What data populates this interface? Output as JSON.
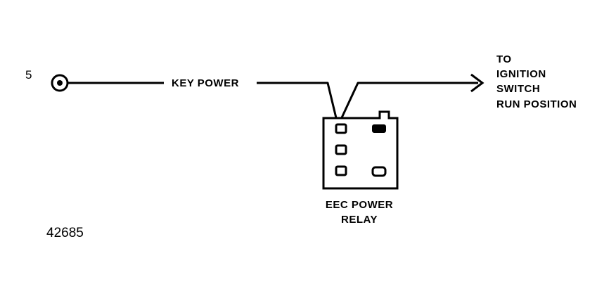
{
  "terminal": {
    "number": "5"
  },
  "wire": {
    "label": "KEY POWER"
  },
  "destination": {
    "lines": [
      "TO",
      "IGNITION",
      "SWITCH",
      "RUN POSITION"
    ]
  },
  "relay": {
    "label_line1": "EEC POWER",
    "label_line2": "RELAY"
  },
  "figure": {
    "number": "42685"
  }
}
